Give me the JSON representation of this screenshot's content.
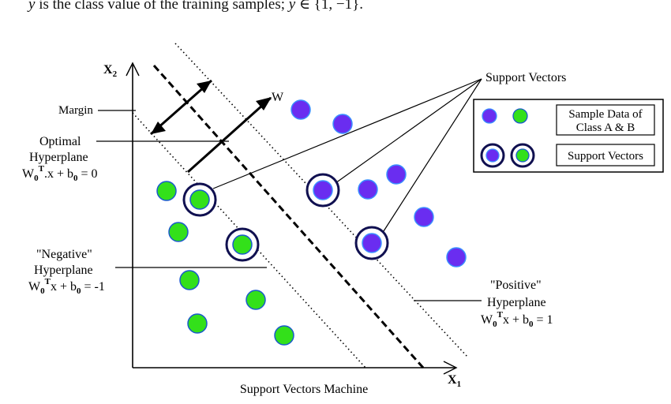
{
  "header": {
    "var_y": "y",
    "text": " is the class value of the training samples; ",
    "var_y2": "y",
    "set": " ∈ {1, −1}."
  },
  "axes": {
    "x_label": "X",
    "x_sub": "1",
    "y_label": "X",
    "y_sub": "2"
  },
  "labels": {
    "margin": "Margin",
    "w_vector": "W",
    "support_vectors": "Support Vectors",
    "optimal": [
      "Optimal",
      "Hyperplane"
    ],
    "optimal_eq": {
      "w": "W",
      "w_sub": "0",
      "w_sup": "T",
      "rest": ".x + b",
      "b_sub": "0",
      "tail": " = 0"
    },
    "negative": [
      "\"Negative\"",
      "Hyperplane"
    ],
    "negative_eq": {
      "w": "W",
      "w_sub": "0",
      "w_sup": "T",
      "rest": "x + b",
      "b_sub": "0",
      "tail": " = -1"
    },
    "positive": [
      "\"Positive\"",
      "Hyperplane"
    ],
    "positive_eq": {
      "w": "W",
      "w_sub": "0",
      "w_sup": "T",
      "rest": "x + b",
      "b_sub": "0",
      "tail": " = 1"
    },
    "caption": "Support Vectors Machine"
  },
  "legend": {
    "sample_label": [
      "Sample Data of",
      "Class A & B"
    ],
    "support_label": "Support Vectors"
  },
  "colors": {
    "class_a": "#6a2df0",
    "class_b": "#33e01a",
    "ring": "#101050",
    "line": "#000000"
  }
}
